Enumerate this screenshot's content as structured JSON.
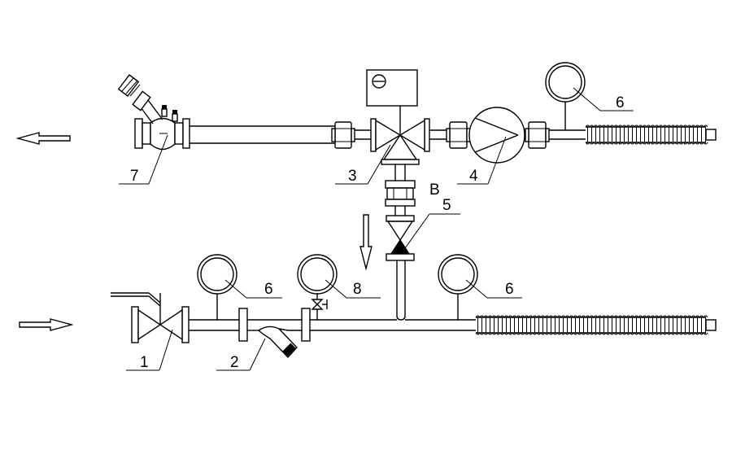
{
  "diagram": {
    "labels": {
      "l1": "1",
      "l2": "2",
      "l3": "3",
      "l4": "4",
      "l5": "5",
      "l6_top": "6",
      "l6_mid": "6",
      "l6_right": "6",
      "l7": "7",
      "l8": "8",
      "b": "B"
    },
    "items": [
      {
        "id": "1",
        "name": "ball valve"
      },
      {
        "id": "2",
        "name": "strainer"
      },
      {
        "id": "3",
        "name": "three-way mixing valve with actuator"
      },
      {
        "id": "4",
        "name": "circulation pump"
      },
      {
        "id": "5",
        "name": "check valve"
      },
      {
        "id": "6",
        "name": "gauge"
      },
      {
        "id": "7",
        "name": "balancing valve"
      },
      {
        "id": "8",
        "name": "gauge with needle valve"
      }
    ]
  }
}
